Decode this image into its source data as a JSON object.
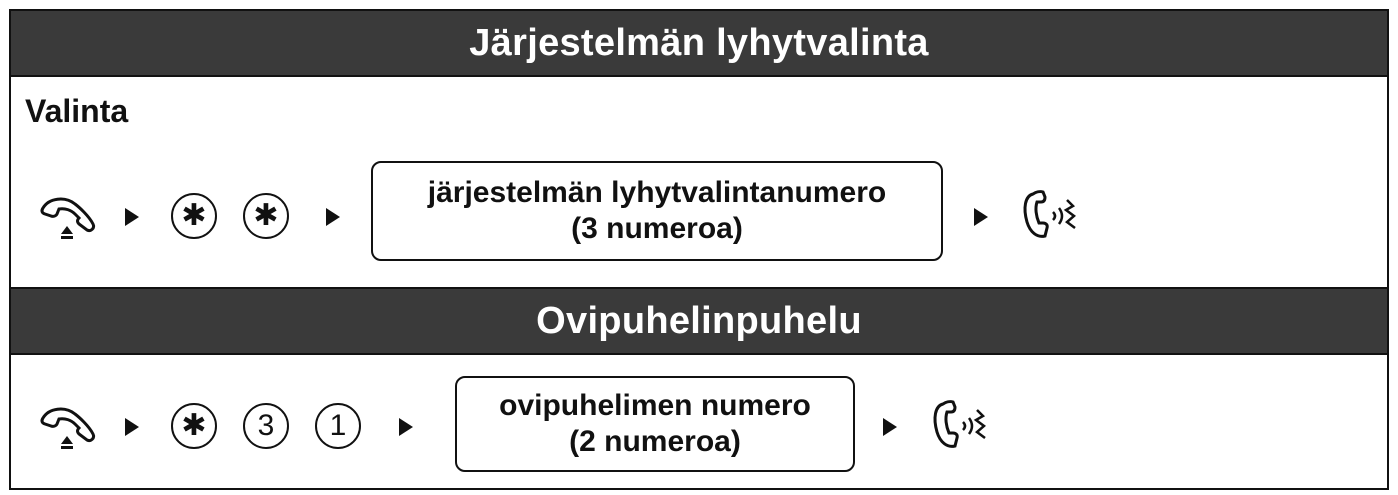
{
  "sections": [
    {
      "title": "Järjestelmän lyhytvalinta",
      "subtitle": "Valinta",
      "keys": [
        "✱",
        "✱"
      ],
      "box_line1": "järjestelmän lyhytvalintanumero",
      "box_line2": "(3 numeroa)"
    },
    {
      "title": "Ovipuhelinpuhelu",
      "keys": [
        "✱",
        "3",
        "1"
      ],
      "box_line1": "ovipuhelimen numero",
      "box_line2": "(2 numeroa)"
    }
  ],
  "icons": {
    "start": "off-hook-handset-icon",
    "end": "talk-handset-icon",
    "separator": "right-arrow-icon"
  },
  "colors": {
    "header_bg": "#3a3a3a",
    "header_text": "#ffffff",
    "ink": "#111111"
  }
}
